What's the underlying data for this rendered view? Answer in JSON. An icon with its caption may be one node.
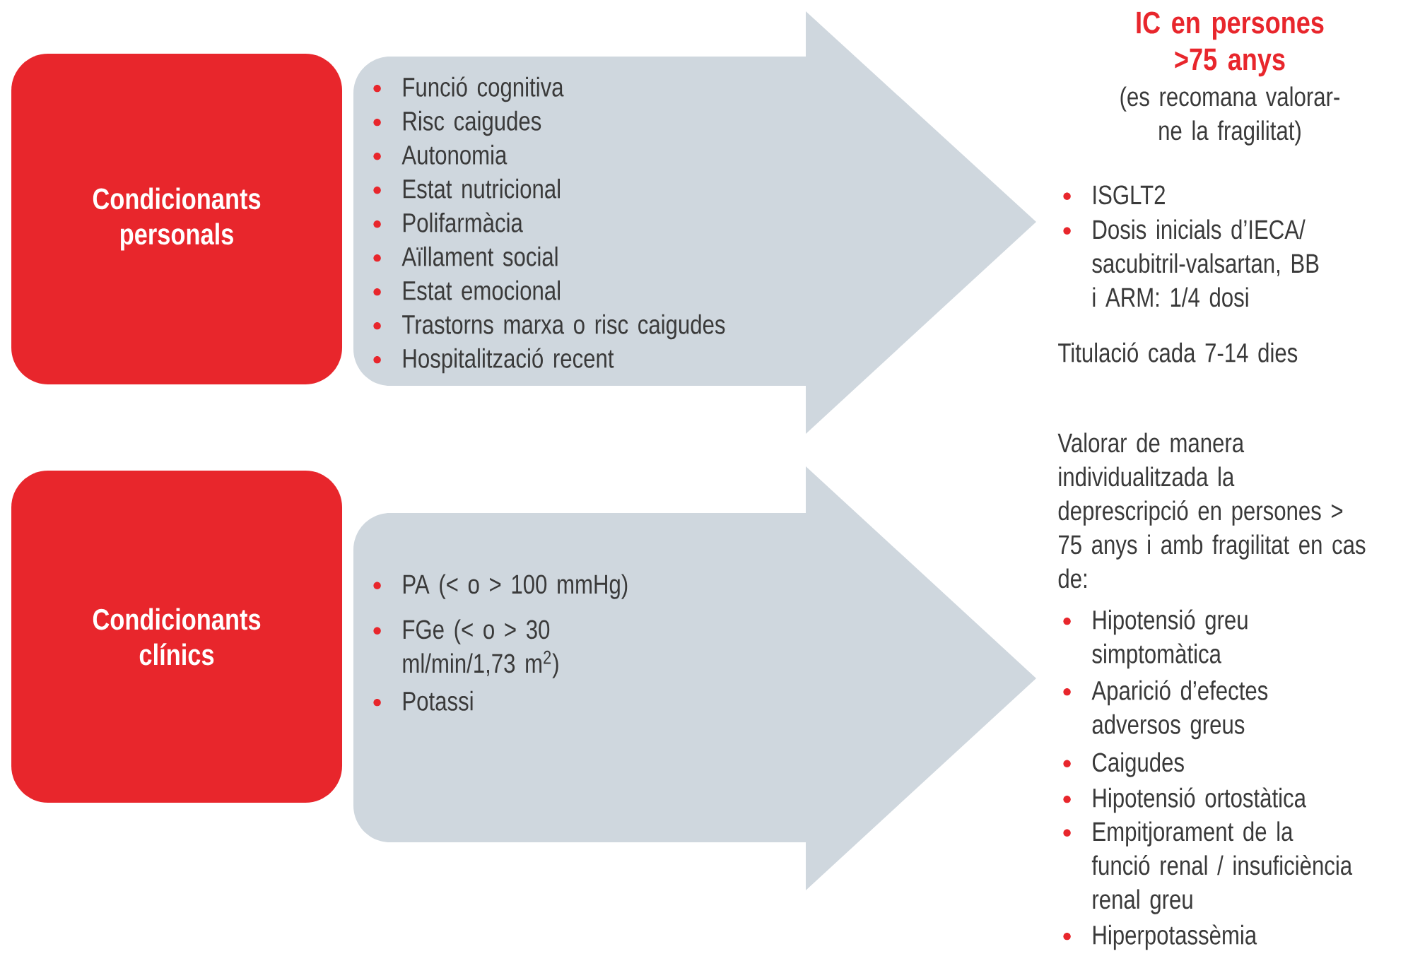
{
  "diagram": {
    "nodes": [
      {
        "text": [
          "Condicionants personals"
        ]
      },
      {
        "text": [
          "Funció cognitiva",
          "Risc caigudes",
          "Autonomia",
          "Estat nutricional",
          "Polifarmàcia",
          "Aïllament social",
          "Estat emocional",
          "Trastorns marxa o risc caigudes",
          "Hospitalització recent"
        ]
      },
      {
        "text": [
          "Condicionants clínics"
        ]
      },
      {
        "text": [
          "PA (< o > 100 mmHg)",
          "FGe (< o > 30 ml/min/1,73 m$^{2}$)",
          "Potassi"
        ]
      }
    ],
    "labels": [
      "IC en persones >75 anys",
      "(es recomana valorar-ne la fragilitat)",
      "ISGLT2",
      "Dosis inicials d’IECA/ sacubitril-valsartan, BB i ARM: 1/4 dosi",
      "Titulació cada 7-14 dies",
      "Valorar de manera individualitzada la deprescripció en persones > 75 anys i amb fragilitat en cas de:",
      "Hipotensió greu simptomàtica",
      "Aparició d’efectes adversos greus",
      "Caigudes",
      "Hipotensió ortostàtica",
      "Empitjorament de la funció renal / insuficiència renal greu",
      "Hiperpotassèmia"
    ]
  }
}
